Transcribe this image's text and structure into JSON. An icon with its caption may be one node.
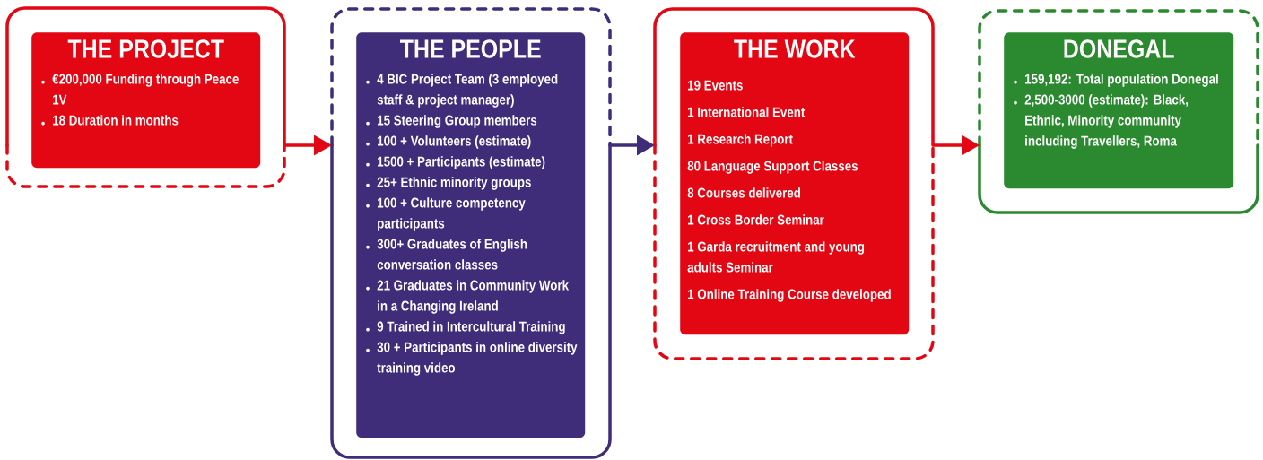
{
  "diagram": {
    "nodes": [
      {
        "text": [],
        "shape": "box"
      },
      {
        "text": [
          "THE PROJECT",
          "€200,000 Funding through Peace 1V",
          "18 Duration in months"
        ],
        "in": 0
      },
      {
        "text": [],
        "shape": "box"
      },
      {
        "text": [
          "THE PEOPLE",
          "4 BIC Project Team (3 employed staff & project manager)",
          "15 Steering Group members",
          "100 + Volunteers (estimate)",
          "1500 + Participants (estimate)",
          "25+ Ethnic minority groups",
          "100 + Culture competency participants",
          "300+ Graduates of English conversation classes",
          "21 Graduates in Community Work in a Changing Ireland",
          "9 Trained in Intercultural Training",
          "30 + Participants in online diversity training video"
        ],
        "in": 2
      },
      {
        "text": [],
        "shape": "box"
      },
      {
        "text": [
          "THE WORK",
          "19 Events",
          "1 International Event",
          "1 Research Report",
          "80 Language Support Classes",
          "8 Courses delivered",
          "1 Cross Border Seminar",
          "1 Garda recruitment and young adults Seminar",
          "1 Online Training Course developed"
        ],
        "in": 4
      },
      {
        "text": [],
        "shape": "box"
      },
      {
        "text": [
          "DONEGAL",
          "159,192: Total population Donegal",
          "2,500-3000 (estimate): Black, Ethnic, Minority community including  Travellers, Roma"
        ],
        "in": 6
      }
    ],
    "edges": [
      {
        "from": 0,
        "to": 2,
        "arrow": "to"
      },
      {
        "from": 2,
        "to": 4,
        "arrow": "to",
        "color": "#3f2d7a"
      },
      {
        "from": 4,
        "to": 6,
        "arrow": "to"
      }
    ]
  }
}
